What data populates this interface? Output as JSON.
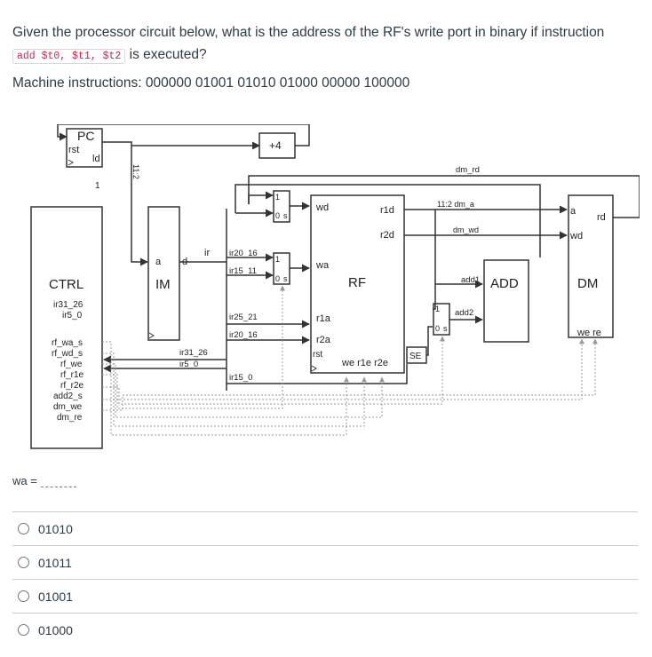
{
  "question": {
    "text_before": "Given the processor circuit below, what is the address of the RF's write port in binary if instruction",
    "code": "add $t0, $t1, $t2",
    "text_after": "is executed?"
  },
  "machine_instructions": "Machine instructions: 000000 01001 01010 01000 00000 100000",
  "diagram": {
    "labels": {
      "pc": "PC",
      "rst": "rst",
      "ld": "ld",
      "one": "1",
      "bits_11_2": "11:2",
      "plus4": "+4",
      "ctrl": "CTRL",
      "ctrl_in1": "ir31_26",
      "ctrl_in2": "ir5_0",
      "ctrl_outs": [
        "rf_wa_s",
        "rf_wd_s",
        "rf_we",
        "rf_r1e",
        "rf_r2e",
        "add2_s",
        "dm_we",
        "dm_re"
      ],
      "im": "IM",
      "im_a": "a",
      "im_d": "d",
      "ir": "ir",
      "ir20_16": "ir20_16",
      "ir15_11": "ir15_11",
      "ir25_21": "ir25_21",
      "ir20_16b": "ir20_16",
      "ir31_26": "ir31_26",
      "ir5_0": "ir5_0",
      "ir15_0": "ir15_0",
      "rf": "RF",
      "wd": "wd",
      "wa": "wa",
      "r1a": "r1a",
      "r2a": "r2a",
      "r1d": "r1d",
      "r2d": "r2d",
      "rf_rst": "rst",
      "rf_ctrl": "we r1e r2e",
      "mux_1": "1",
      "mux_0": "0",
      "mux_s": "s",
      "se": "SE",
      "add": "ADD",
      "add1": "add1",
      "add2": "add2",
      "dm": "DM",
      "dm_a": "a",
      "dm_wd": "wd",
      "dm_rd": "rd",
      "dm_were": "we re",
      "sig_dm_rd": "dm_rd",
      "sig_dm_a": "11:2  dm_a",
      "sig_dm_wd": "dm_wd"
    }
  },
  "wa_prompt": "wa =",
  "options": [
    "01010",
    "01011",
    "01001",
    "01000"
  ]
}
